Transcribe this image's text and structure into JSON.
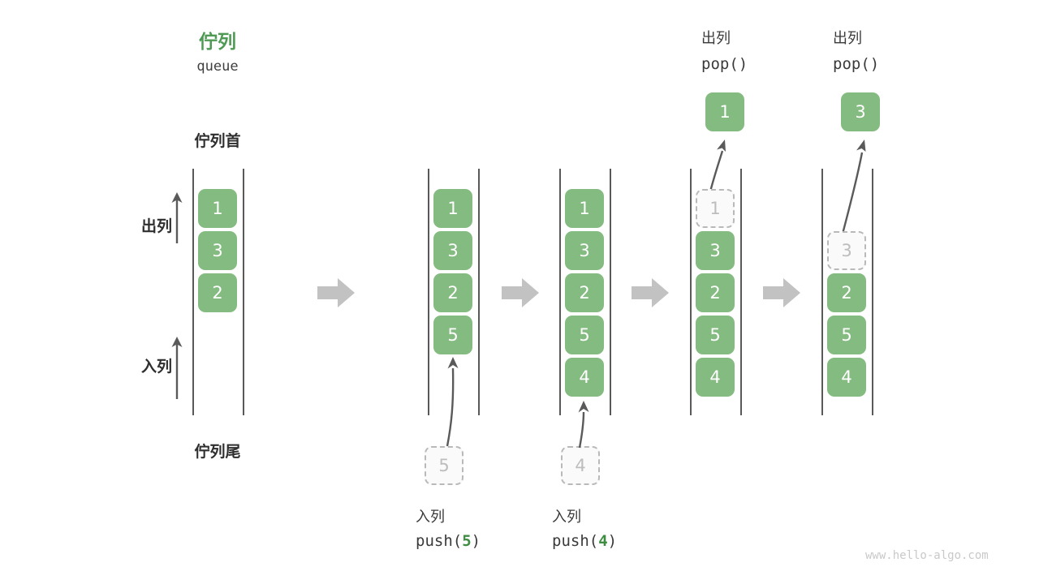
{
  "diagram": {
    "title_cn": "佇列",
    "title_en": "queue",
    "head_label": "佇列首",
    "tail_label": "佇列尾",
    "dequeue_label": "出列",
    "enqueue_label": "入列",
    "watermark": "www.hello-algo.com",
    "colors": {
      "accent_green": "#84bb80",
      "title_green": "#4e9a55",
      "ghost_border": "#b9b9b9",
      "ghost_text": "#bdbdbd",
      "rail": "#595959",
      "flow_arrow": "#c2c2c2",
      "thin_arrow": "#5a5a5a",
      "watermark": "#c9c9c9"
    },
    "panels": [
      {
        "id": "initial",
        "caption_cn": "",
        "caption_code": "",
        "cells": [
          "1",
          "3",
          "2"
        ],
        "ghost_index": -1
      },
      {
        "id": "push-5",
        "caption_cn": "入列",
        "caption_code_prefix": "push(",
        "caption_code_value": "5",
        "caption_code_suffix": ")",
        "cells": [
          "1",
          "3",
          "2",
          "5"
        ],
        "incoming_value": "5",
        "ghost_index": -1
      },
      {
        "id": "push-4",
        "caption_cn": "入列",
        "caption_code_prefix": "push(",
        "caption_code_value": "4",
        "caption_code_suffix": ")",
        "cells": [
          "1",
          "3",
          "2",
          "5",
          "4"
        ],
        "incoming_value": "4",
        "ghost_index": -1
      },
      {
        "id": "pop-1",
        "caption_cn": "出列",
        "caption_code": "pop()",
        "popped_value": "1",
        "cells": [
          "1",
          "3",
          "2",
          "5",
          "4"
        ],
        "ghost_index": 0
      },
      {
        "id": "pop-3",
        "caption_cn": "出列",
        "caption_code": "pop()",
        "popped_value": "3",
        "cells": [
          "",
          "3",
          "2",
          "5",
          "4"
        ],
        "ghost_index": 1
      }
    ]
  }
}
